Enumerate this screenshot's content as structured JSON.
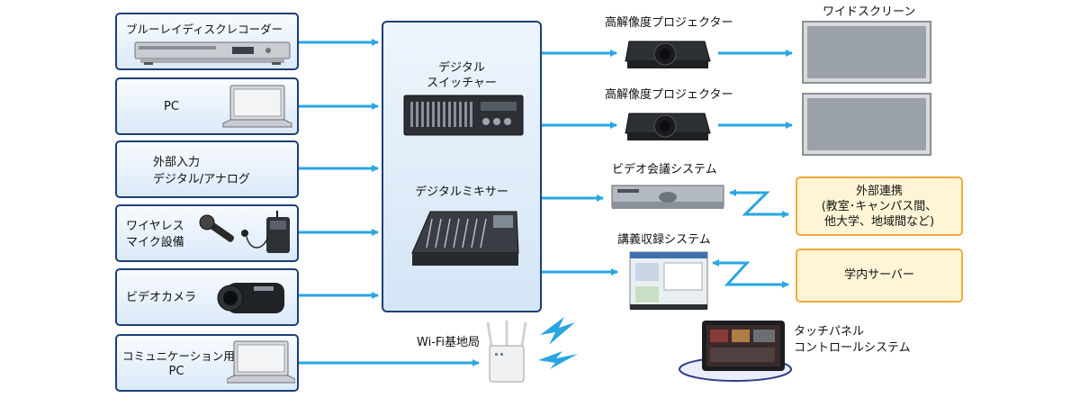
{
  "inputs": {
    "bd_recorder": "ブルーレイディスクレコーダー",
    "pc": "PC",
    "external_line1": "外部入力",
    "external_line2": "デジタル/アナログ",
    "wireless_line1": "ワイヤレス",
    "wireless_line2": "マイク設備",
    "video_camera": "ビデオカメラ",
    "comm_pc_line1": "コミュニケーション用",
    "comm_pc_line2": "PC"
  },
  "hub": {
    "switcher_line1": "デジタル",
    "switcher_line2": "スイッチャー",
    "mixer": "デジタルミキサー"
  },
  "outputs": {
    "projector1": "高解像度プロジェクター",
    "projector2": "高解像度プロジェクター",
    "wide_screen": "ワイドスクリーン",
    "video_conf": "ビデオ会議システム",
    "lecture_rec": "講義収録システム",
    "wifi": "Wi-Fi基地局",
    "touch_line1": "タッチパネル",
    "touch_line2": "コントロールシステム"
  },
  "external": {
    "title": "外部連携",
    "line2": "(教室･キャンパス間、",
    "line3": "他大学、地域間など)",
    "server": "学内サーバー"
  },
  "colors": {
    "arrow": "#29a6e3",
    "box_border": "#1d3f77",
    "orange_border": "#f2a93b",
    "orange_fill": "#fff5d6"
  },
  "icons": [
    "bd-recorder-icon",
    "laptop-icon",
    "microphone-icon",
    "video-camera-icon",
    "switcher-icon",
    "mixer-icon",
    "projector-icon",
    "screen-icon",
    "conference-unit-icon",
    "lecture-pc-icon",
    "wifi-router-icon",
    "wifi-signal-icon",
    "touch-panel-icon"
  ]
}
